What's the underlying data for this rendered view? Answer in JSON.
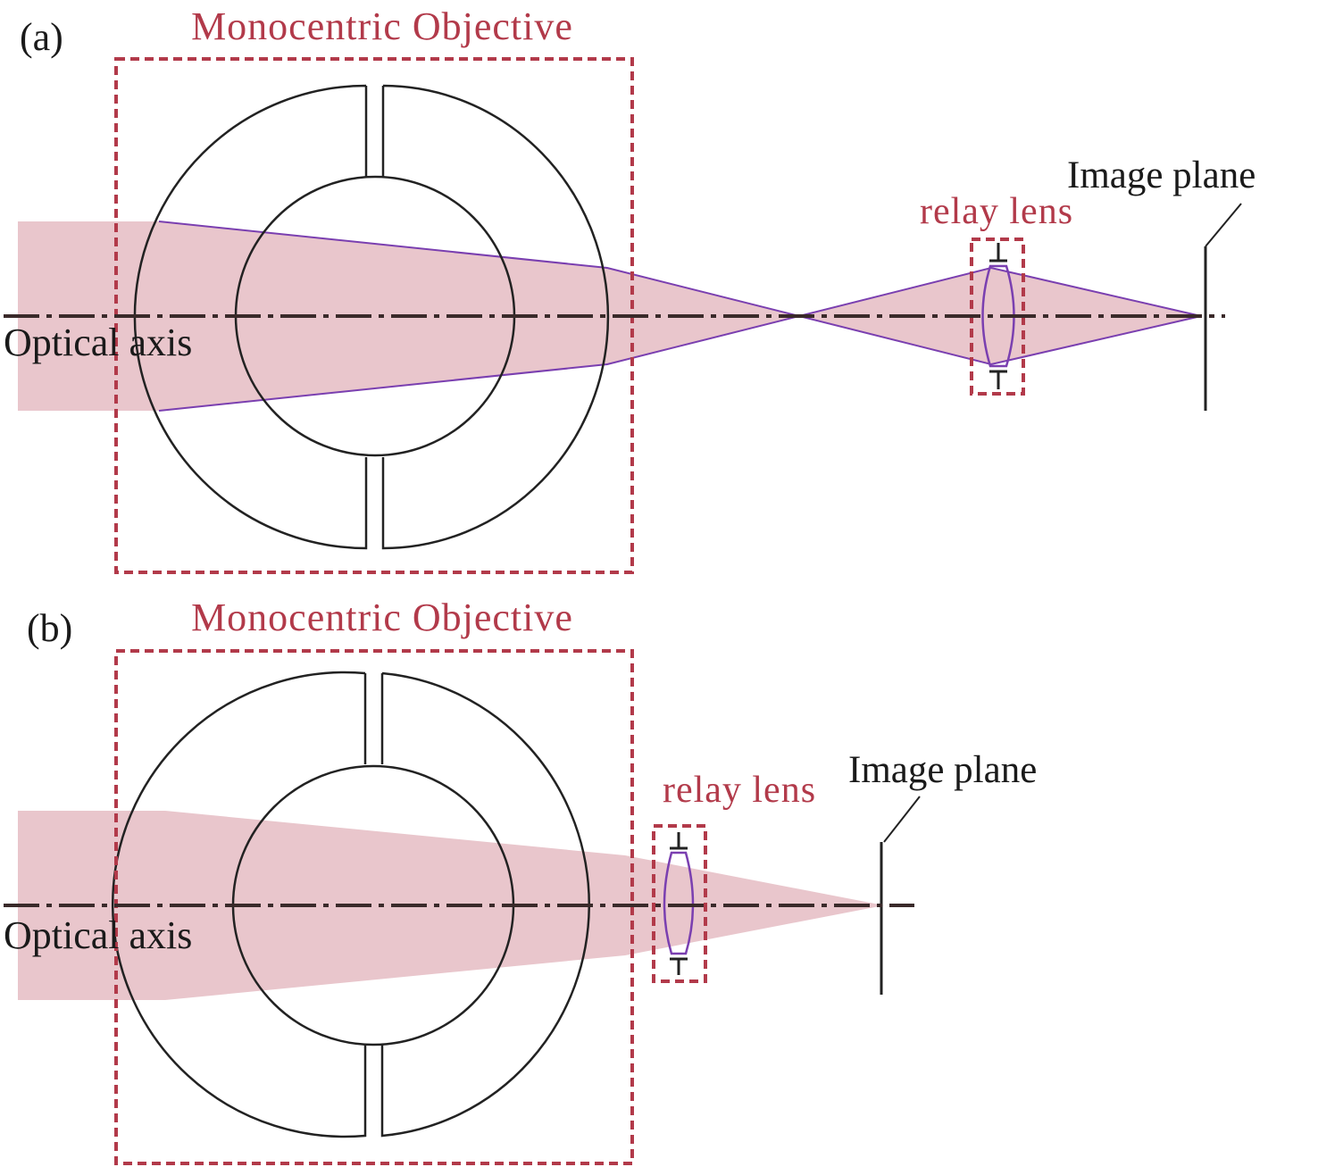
{
  "panels": [
    {
      "id": "a",
      "label": "(a)",
      "objective_title": "Monocentric Objective",
      "relay_label": "relay lens",
      "image_plane_label": "Image plane",
      "axis_label": "Optical axis"
    },
    {
      "id": "b",
      "label": "(b)",
      "objective_title": "Monocentric Objective",
      "relay_label": "relay lens",
      "image_plane_label": "Image plane",
      "axis_label": "Optical axis"
    }
  ],
  "colors": {
    "accent": "#b23a4a",
    "beam_fill": "#e9c6cc",
    "beam_edge": "#7a3fb0",
    "line": "#222222"
  }
}
